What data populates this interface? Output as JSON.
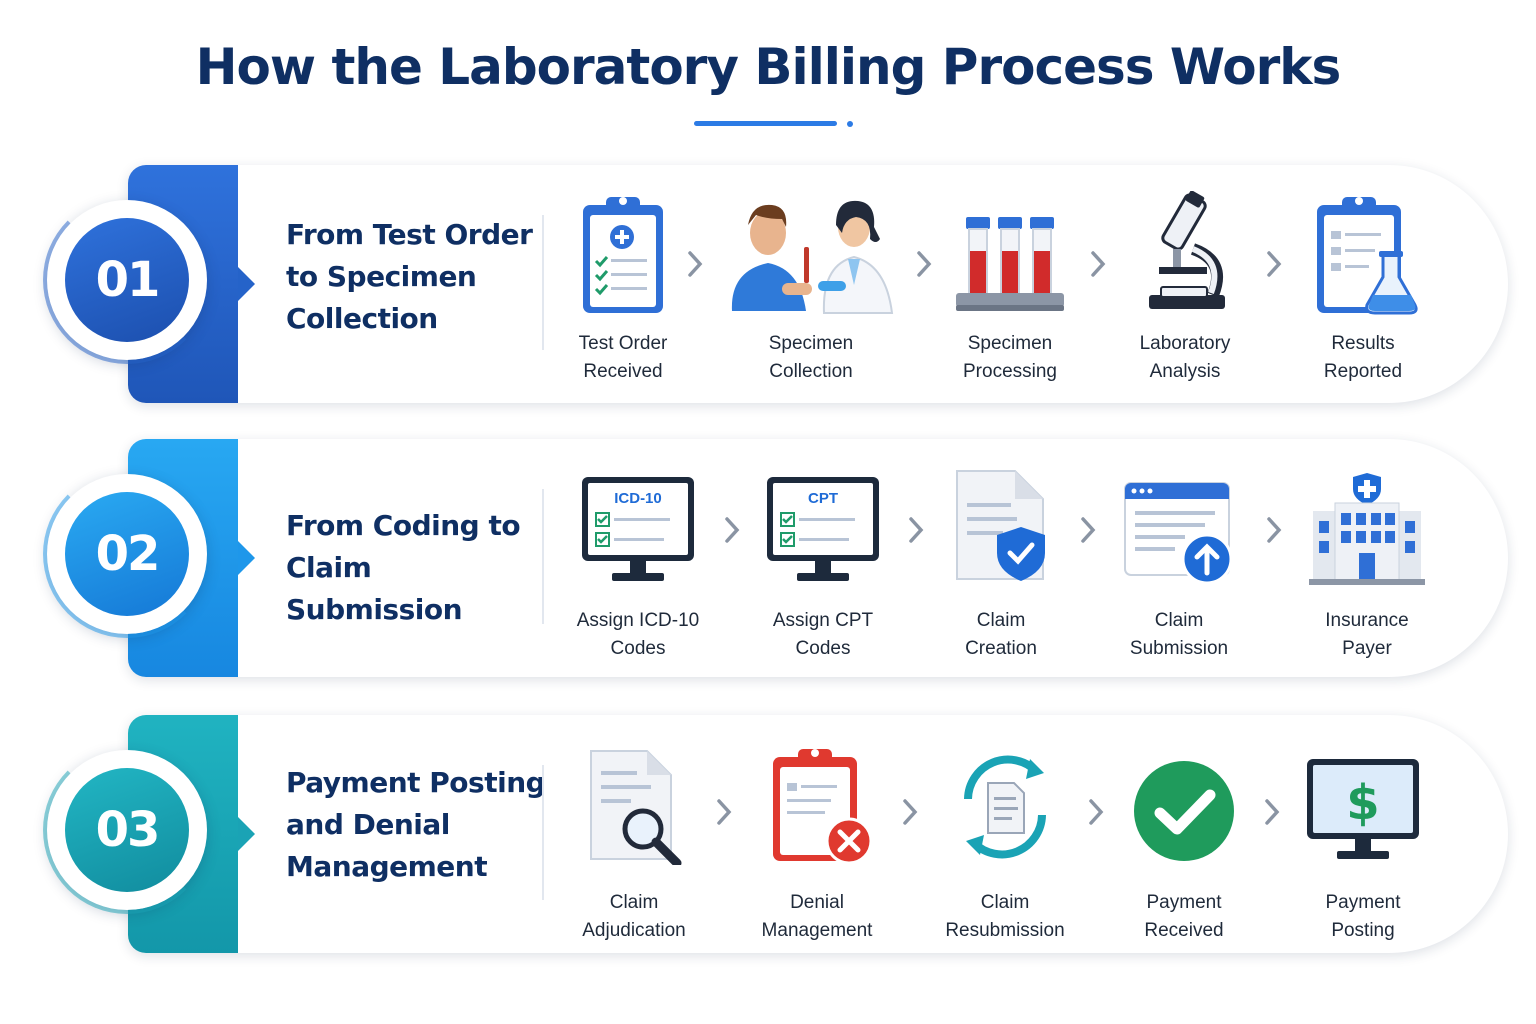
{
  "title": "How the Laboratory Billing Process Works",
  "colors": {
    "title": "#0f2f63",
    "section1": "#2563c9",
    "section2": "#1e97ea",
    "section3": "#1aa3b5",
    "chevron": "#8a94a3"
  },
  "sections": [
    {
      "number": "01",
      "heading_lines": [
        "From Test Order",
        "to Specimen",
        "Collection"
      ],
      "steps": [
        {
          "line1": "Test Order",
          "line2": "Received",
          "icon": "clipboard-checklist-icon"
        },
        {
          "line1": "Specimen",
          "line2": "Collection",
          "icon": "phlebotomist-drawing-blood-icon"
        },
        {
          "line1": "Specimen",
          "line2": "Processing",
          "icon": "test-tube-rack-icon"
        },
        {
          "line1": "Laboratory",
          "line2": "Analysis",
          "icon": "microscope-icon"
        },
        {
          "line1": "Results",
          "line2": "Reported",
          "icon": "clipboard-flask-icon"
        }
      ]
    },
    {
      "number": "02",
      "heading_lines": [
        "From Coding to",
        "Claim Submission"
      ],
      "steps": [
        {
          "line1": "Assign ICD-10",
          "line2": "Codes",
          "icon": "monitor-icd10-icon",
          "screen_label": "ICD-10"
        },
        {
          "line1": "Assign CPT",
          "line2": "Codes",
          "icon": "monitor-cpt-icon",
          "screen_label": "CPT"
        },
        {
          "line1": "Claim",
          "line2": "Creation",
          "icon": "document-shield-icon"
        },
        {
          "line1": "Claim",
          "line2": "Submission",
          "icon": "browser-upload-icon"
        },
        {
          "line1": "Insurance",
          "line2": "Payer",
          "icon": "hospital-building-icon"
        }
      ]
    },
    {
      "number": "03",
      "heading_lines": [
        "Payment Posting",
        "and Denial",
        "Management"
      ],
      "steps": [
        {
          "line1": "Claim",
          "line2": "Adjudication",
          "icon": "document-magnifier-icon"
        },
        {
          "line1": "Denial",
          "line2": "Management",
          "icon": "clipboard-denied-icon"
        },
        {
          "line1": "Claim",
          "line2": "Resubmission",
          "icon": "document-cycle-icon"
        },
        {
          "line1": "Payment",
          "line2": "Received",
          "icon": "check-circle-icon"
        },
        {
          "line1": "Payment",
          "line2": "Posting",
          "icon": "monitor-dollar-icon",
          "screen_label": "$"
        }
      ]
    }
  ]
}
